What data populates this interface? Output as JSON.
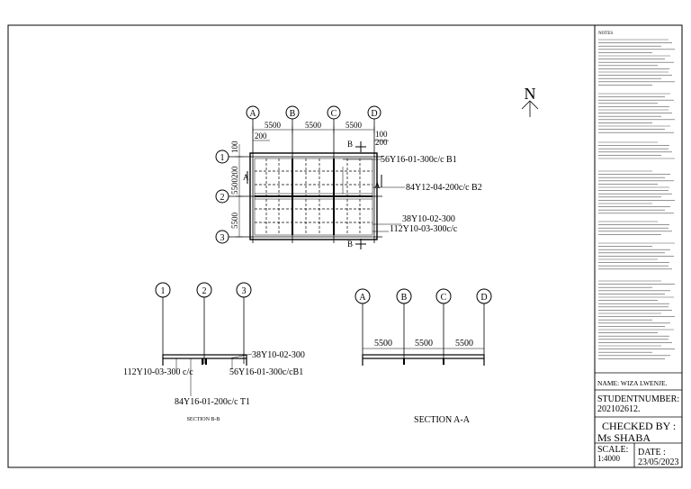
{
  "plan": {
    "grid_cols": [
      "A",
      "B",
      "C",
      "D"
    ],
    "grid_rows": [
      "1",
      "2",
      "3"
    ],
    "dims_top": [
      "5500",
      "5500",
      "5500"
    ],
    "dim_100_top": "100",
    "dim_200_left": "200",
    "dim_100_right": "100",
    "dim_200_right": "200",
    "dim_left_100": "100",
    "dim_left_200": "200",
    "dim_left_5500a": "5500",
    "dim_left_5500b": "5500",
    "section_b_label": "B",
    "section_a_label": "A",
    "rebar_b1": "56Y16-01-300c/c B1",
    "rebar_b2": "84Y12-04-200c/c B2",
    "rebar_t1": "38Y10-02-300",
    "rebar_t2": "112Y10-03-300c/c"
  },
  "north": {
    "label": "N"
  },
  "section_bb": {
    "grid_labels": [
      "1",
      "2",
      "3"
    ],
    "label_top_right": "38Y10-02-300",
    "label_left": "112Y10-03-300 c/c",
    "label_right": "56Y16-01-300c/cB1",
    "label_bottom": "84Y16-01-200c/c T1",
    "title": "SECTION B-B"
  },
  "section_aa": {
    "grid_labels": [
      "A",
      "B",
      "C",
      "D"
    ],
    "dims": [
      "5500",
      "5500",
      "5500"
    ],
    "title": "SECTION A-A"
  },
  "title_block": {
    "notes_title": "NOTES",
    "name": "NAME: WIZA LWENJE.",
    "student_number_label": "STUDENTNUMBER:",
    "student_number": "202102612.",
    "checked_by_label": "CHECKED BY :",
    "checked_by": "Ms SHABA",
    "scale_label": "SCALE:",
    "scale": "1:4000",
    "date_label": "DATE :",
    "date": "23/05/2023"
  }
}
